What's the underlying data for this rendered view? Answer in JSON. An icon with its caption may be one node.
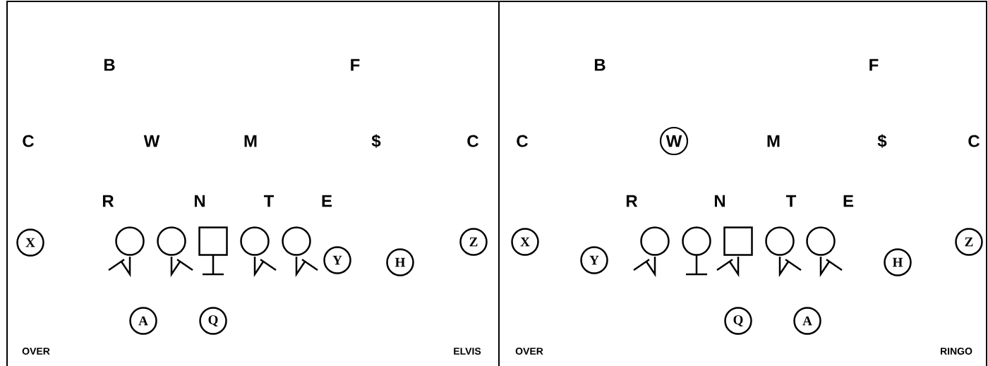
{
  "diagram": {
    "nodes": [
      {
        "text": [
          "X"
        ]
      },
      {
        "text": [],
        "shape": "circle"
      },
      {
        "text": [],
        "shape": "circle"
      },
      {
        "text": [],
        "shape": "box"
      },
      {
        "text": [],
        "shape": "circle"
      },
      {
        "text": [],
        "shape": "circle"
      },
      {
        "text": [
          "Y"
        ]
      },
      {
        "text": [
          "H"
        ]
      },
      {
        "text": [
          "Z"
        ]
      },
      {
        "text": [
          "A"
        ]
      },
      {
        "text": [
          "Q"
        ]
      },
      {
        "text": [
          "W"
        ]
      },
      {
        "text": [
          "X"
        ]
      },
      {
        "text": [
          "Y"
        ]
      },
      {
        "text": [],
        "shape": "circle"
      },
      {
        "text": [],
        "shape": "circle"
      },
      {
        "text": [],
        "shape": "box"
      },
      {
        "text": [],
        "shape": "circle"
      },
      {
        "text": [],
        "shape": "circle"
      },
      {
        "text": [
          "H"
        ]
      },
      {
        "text": [
          "Z"
        ]
      },
      {
        "text": [
          "Q"
        ]
      },
      {
        "text": [
          "A"
        ]
      }
    ],
    "labels": [
      "B",
      "F",
      "C",
      "W",
      "M",
      "$",
      "C",
      "R",
      "N",
      "T",
      "E",
      "OVER",
      "ELVIS",
      "B",
      "F",
      "C",
      "M",
      "$",
      "C",
      "R",
      "N",
      "T",
      "E",
      "OVER",
      "RINGO"
    ]
  }
}
